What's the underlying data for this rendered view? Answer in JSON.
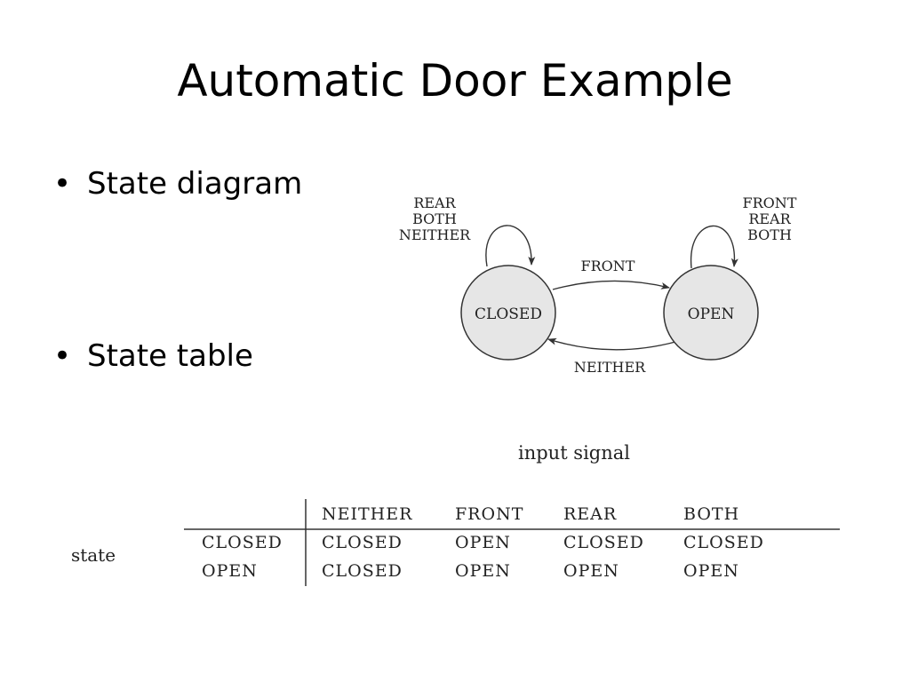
{
  "slide": {
    "title": "Automatic Door Example",
    "bullets": [
      "State diagram",
      "State table"
    ],
    "bullet_glyph": "•"
  },
  "diagram": {
    "states": [
      {
        "id": "closed",
        "label": "CLOSED",
        "self_loop_labels": [
          "REAR",
          "BOTH",
          "NEITHER"
        ]
      },
      {
        "id": "open",
        "label": "OPEN",
        "self_loop_labels": [
          "FRONT",
          "REAR",
          "BOTH"
        ]
      }
    ],
    "transitions": [
      {
        "from": "closed",
        "to": "open",
        "label": "FRONT"
      },
      {
        "from": "open",
        "to": "closed",
        "label": "NEITHER"
      }
    ],
    "colors": {
      "state_fill": "#e6e6e6",
      "stroke": "#333333"
    }
  },
  "table": {
    "caption": "input signal",
    "row_header_label": "state",
    "columns": [
      "NEITHER",
      "FRONT",
      "REAR",
      "BOTH"
    ],
    "rows": [
      {
        "state": "CLOSED",
        "cells": [
          "CLOSED",
          "OPEN",
          "CLOSED",
          "CLOSED"
        ]
      },
      {
        "state": "OPEN",
        "cells": [
          "CLOSED",
          "OPEN",
          "OPEN",
          "OPEN"
        ]
      }
    ]
  }
}
